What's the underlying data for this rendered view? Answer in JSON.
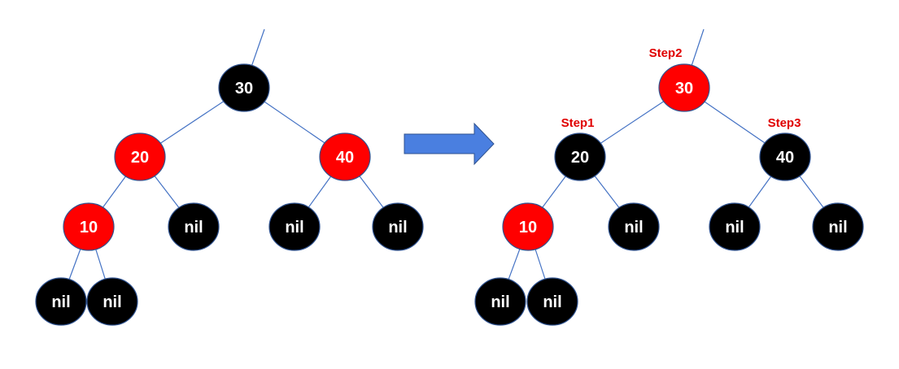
{
  "colors": {
    "black_node": "#000000",
    "red_node": "#ff0000",
    "edge": "#4472c4",
    "node_stroke": "#2f528f",
    "label": "#ffffff",
    "step": "#e00000",
    "arrow": "#4a7fe0"
  },
  "trees": [
    {
      "name": "before",
      "nodes": [
        {
          "id": "a30",
          "label": "30",
          "color": "black"
        },
        {
          "id": "a20",
          "label": "20",
          "color": "red"
        },
        {
          "id": "a40",
          "label": "40",
          "color": "red"
        },
        {
          "id": "a10",
          "label": "10",
          "color": "red"
        },
        {
          "id": "anil1",
          "label": "nil",
          "color": "black"
        },
        {
          "id": "anil2",
          "label": "nil",
          "color": "black"
        },
        {
          "id": "anil3",
          "label": "nil",
          "color": "black"
        },
        {
          "id": "anil4",
          "label": "nil",
          "color": "black"
        },
        {
          "id": "anil5",
          "label": "nil",
          "color": "black"
        }
      ],
      "edges": [
        [
          "a30",
          "a20"
        ],
        [
          "a30",
          "a40"
        ],
        [
          "a20",
          "a10"
        ],
        [
          "a20",
          "anil1"
        ],
        [
          "a40",
          "anil2"
        ],
        [
          "a40",
          "anil3"
        ],
        [
          "a10",
          "anil4"
        ],
        [
          "a10",
          "anil5"
        ]
      ]
    },
    {
      "name": "after",
      "nodes": [
        {
          "id": "b30",
          "label": "30",
          "color": "red"
        },
        {
          "id": "b20",
          "label": "20",
          "color": "black"
        },
        {
          "id": "b40",
          "label": "40",
          "color": "black"
        },
        {
          "id": "b10",
          "label": "10",
          "color": "red"
        },
        {
          "id": "bnil1",
          "label": "nil",
          "color": "black"
        },
        {
          "id": "bnil2",
          "label": "nil",
          "color": "black"
        },
        {
          "id": "bnil3",
          "label": "nil",
          "color": "black"
        },
        {
          "id": "bnil4",
          "label": "nil",
          "color": "black"
        },
        {
          "id": "bnil5",
          "label": "nil",
          "color": "black"
        }
      ],
      "edges": [
        [
          "b30",
          "b20"
        ],
        [
          "b30",
          "b40"
        ],
        [
          "b20",
          "b10"
        ],
        [
          "b20",
          "bnil1"
        ],
        [
          "b40",
          "bnil2"
        ],
        [
          "b40",
          "bnil3"
        ],
        [
          "b10",
          "bnil4"
        ],
        [
          "b10",
          "bnil5"
        ]
      ]
    }
  ],
  "steps": [
    {
      "id": "step1",
      "label": "Step1"
    },
    {
      "id": "step2",
      "label": "Step2"
    },
    {
      "id": "step3",
      "label": "Step3"
    }
  ]
}
